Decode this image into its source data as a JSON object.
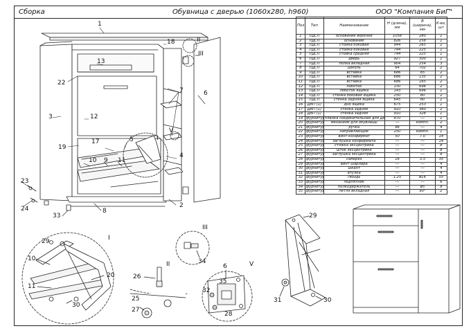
{
  "header": {
    "section": "Сборка",
    "product": "Обувница с дверью (1060х280, h960)",
    "company": "ООО \"Компания БиГ\""
  },
  "callouts": {
    "c1": "1",
    "c2": "2",
    "c3": "3",
    "c4": "4",
    "c5": "5",
    "c6": "6",
    "c7": "7",
    "c8": "8",
    "c9": "9",
    "c10": "10",
    "c11": "11",
    "c12": "12",
    "c13": "13",
    "c17": "17",
    "c18": "18",
    "c19": "19",
    "c22": "22",
    "c23": "23",
    "c24": "24",
    "c33": "33",
    "II": "II",
    "III": "III",
    "V": "V",
    "I": "I",
    "dI": "I",
    "dI_29": "29",
    "dI_10": "10",
    "dI_11": "11",
    "dI_20": "20",
    "dI_30": "30",
    "dII": "II",
    "dII_26": "26",
    "dII_25": "25",
    "dII_27": "27",
    "dIII": "III",
    "dIII_34": "34",
    "dV": "V",
    "dV_6": "6",
    "dV_35": "35",
    "dV_32": "32",
    "dV_28": "28",
    "mech_29": "29",
    "mech_31": "31",
    "mech_30": "30"
  },
  "parts_table": {
    "headers": {
      "pos": "Поз",
      "type": "Тип",
      "name": "Наименование",
      "h": "Н (длина), мм",
      "b": "В (ширина), мм",
      "qty": "К-во, шт"
    },
    "rows": [
      [
        "1",
        "ЛДСП",
        "основание верхнее",
        "1058",
        "280",
        "1"
      ],
      [
        "2",
        "ЛДСП",
        "основание",
        "826",
        "258",
        "1"
      ],
      [
        "3",
        "ЛДСП",
        "стойка боковая",
        "944",
        "265",
        "2"
      ],
      [
        "4",
        "ЛДСП",
        "стойка боковая",
        "744",
        "225",
        "1"
      ],
      [
        "5",
        "ЛДСП",
        "стойка средняя",
        "744",
        "225",
        "1"
      ],
      [
        "6",
        "ЛДСП",
        "дверь",
        "927",
        "300",
        "1"
      ],
      [
        "7",
        "ЛДСП",
        "полка вкладная",
        "904",
        "254",
        "3"
      ],
      [
        "8",
        "ЛДСП",
        "цоколь",
        "64",
        "702",
        "2"
      ],
      [
        "9",
        "ЛДСП",
        "вставка",
        "686",
        "85",
        "2"
      ],
      [
        "10",
        "ЛДСП",
        "вставка",
        "686",
        "135",
        "2"
      ],
      [
        "11",
        "ЛДСП",
        "вставка",
        "686",
        "165",
        "2"
      ],
      [
        "12",
        "ЛДСП",
        "лоботок",
        "150",
        "696",
        "2"
      ],
      [
        "13",
        "ЛДСП",
        "лоботок ящика",
        "143",
        "696",
        "1"
      ],
      [
        "14",
        "ЛДСП",
        "стенка боковая ящика",
        "250",
        "80",
        "2"
      ],
      [
        "15",
        "ЛДСП",
        "стенка задняя ящика",
        "645",
        "80",
        "1"
      ],
      [
        "16",
        "ДВП (1)",
        "дно ящика",
        "675",
        "253",
        "1"
      ],
      [
        "17",
        "ДВП (1)",
        "стенка задняя",
        "910",
        "360",
        "2"
      ],
      [
        "18",
        "ДВП (1)",
        "стенка задняя",
        "910",
        "328",
        "1"
      ],
      [
        "19",
        "фурнитура",
        "планка соединительная для ДВП",
        "870",
        "---",
        "1"
      ],
      [
        "20",
        "фурнитура",
        "механизм для обувницы",
        "---",
        "компл.",
        "2"
      ],
      [
        "21",
        "фурнитура",
        "ручка",
        "96",
        "---",
        "4"
      ],
      [
        "22",
        "фурнитура",
        "направляющие",
        "250",
        "компл.",
        "1"
      ],
      [
        "23",
        "фурнитура",
        "винт-конфирмат",
        "50",
        "7.0",
        "14"
      ],
      [
        "24",
        "фурнитура",
        "заглушка конфирмата",
        "---",
        "---",
        "14"
      ],
      [
        "25",
        "фурнитура",
        "стяжка эксцентрика",
        "---",
        "---",
        "8"
      ],
      [
        "26",
        "фурнитура",
        "шток эксцентрика",
        "---",
        "---",
        "8"
      ],
      [
        "27",
        "фурнитура",
        "заглушка эксцентрика",
        "---",
        "---",
        "8"
      ],
      [
        "28",
        "фурнитура",
        "саморез",
        "16",
        "3.5",
        "35"
      ],
      [
        "29",
        "фурнитура",
        "винт шарнира",
        "---",
        "---",
        "4"
      ],
      [
        "30",
        "фурнитура",
        "шкант",
        "---",
        "---",
        "4"
      ],
      [
        "31",
        "фурнитура",
        "втулка",
        "---",
        "---",
        "4"
      ],
      [
        "32",
        "фурнитура",
        "гвоздь",
        "1.25",
        "ø16",
        "55"
      ],
      [
        "33",
        "фурнитура",
        "подпятник",
        "---",
        "---",
        "6"
      ],
      [
        "34",
        "фурнитура",
        "полкодержатель",
        "---",
        "ø5",
        "8"
      ],
      [
        "35",
        "фурнитура",
        "петля вкладная",
        "---",
        "90°",
        "2"
      ]
    ]
  }
}
